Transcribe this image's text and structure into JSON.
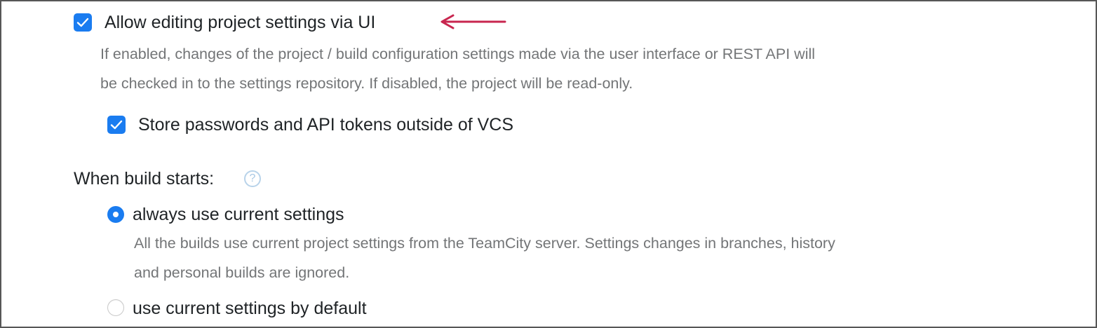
{
  "settings": {
    "allow_editing": {
      "label": "Allow editing project settings via UI",
      "checked": true,
      "description_line1": "If enabled, changes of the project / build configuration settings made via the user interface or REST API will",
      "description_line2": "be checked in to the settings repository. If disabled, the project will be read-only."
    },
    "store_passwords": {
      "label": "Store passwords and API tokens outside of VCS",
      "checked": true
    },
    "when_build_starts": {
      "label": "When build starts:",
      "help_icon": "?",
      "options": [
        {
          "label": "always use current settings",
          "selected": true,
          "description_line1": "All the builds use current project settings from the TeamCity server. Settings changes in branches, history",
          "description_line2": "and personal builds are ignored."
        },
        {
          "label": "use current settings by default",
          "selected": false
        }
      ]
    }
  },
  "annotation": {
    "arrow_color": "#c8264f",
    "arrow_direction": "left"
  },
  "colors": {
    "accent": "#1a7cf0",
    "frame_border": "#575757",
    "label_text": "#1f2326",
    "description_text": "#737577"
  }
}
